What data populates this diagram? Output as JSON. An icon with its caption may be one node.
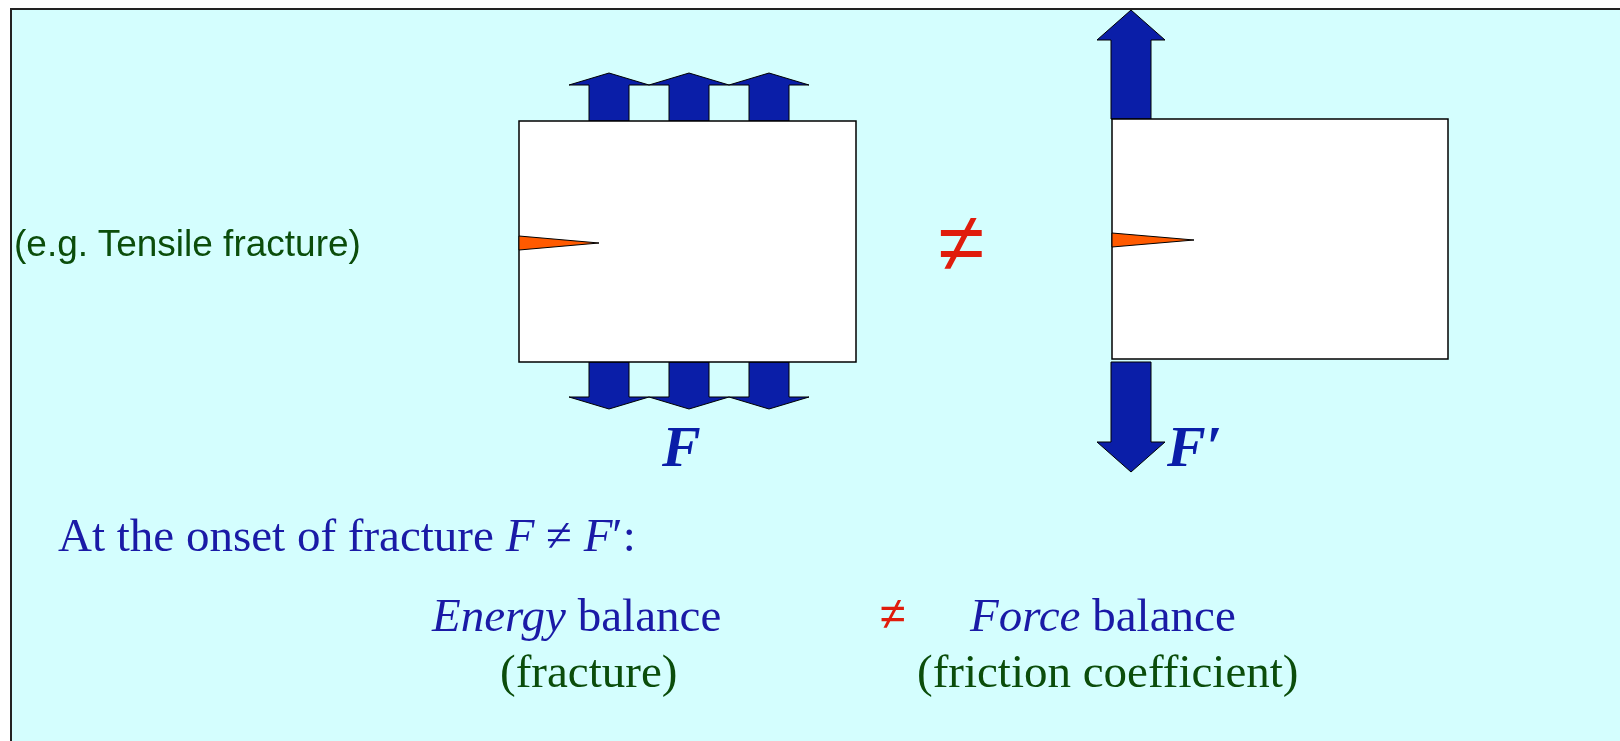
{
  "diagram": {
    "labels": [
      "(e.g. Tensile fracture)",
      "≠",
      "F",
      "F′",
      "At the onset of fracture *F* ≠ *F*′:",
      "*Energy* balance",
      "≠",
      "*Force* balance",
      "(fracture)",
      "(friction coefficient)"
    ]
  }
}
